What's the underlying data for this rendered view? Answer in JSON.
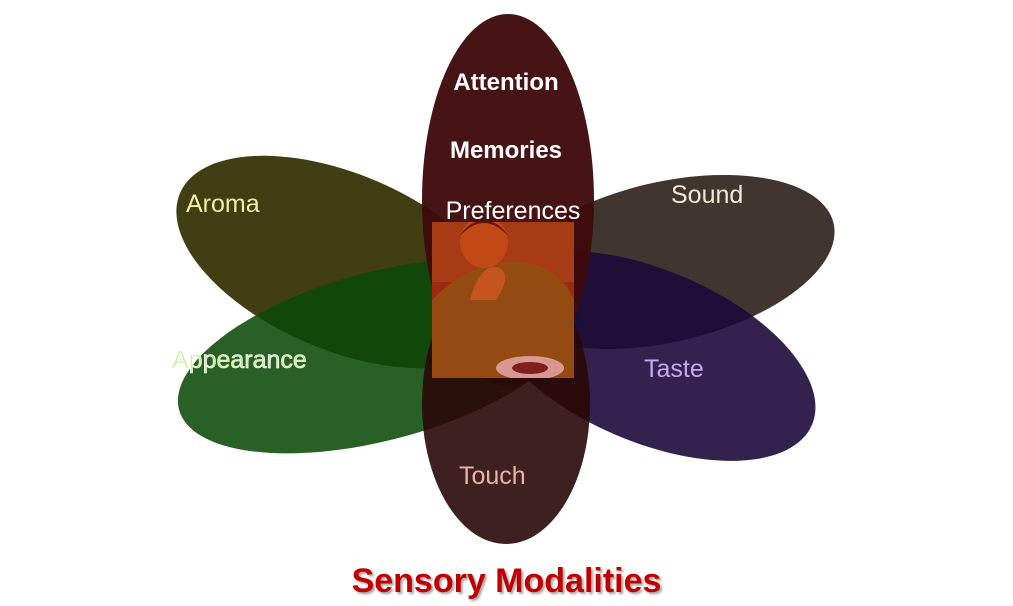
{
  "caption": "Sensory Modalities",
  "center_labels": {
    "attention": "Attention",
    "memories": "Memories",
    "preferences": "Preferences"
  },
  "petals": {
    "aroma": "Aroma",
    "sound": "Sound",
    "appearance": "Appearance",
    "taste": "Taste",
    "touch": "Touch"
  },
  "colors": {
    "caption": "#c00000",
    "aroma_petal": "#3e3a0e",
    "sound_petal": "#3a3028",
    "appearance_petal": "#0a4a08",
    "taste_petal": "#1c0a3a",
    "top_petal": "#3e0a0a",
    "bottom_petal": "#2a0808",
    "center_photo_tint": "#b03010"
  }
}
